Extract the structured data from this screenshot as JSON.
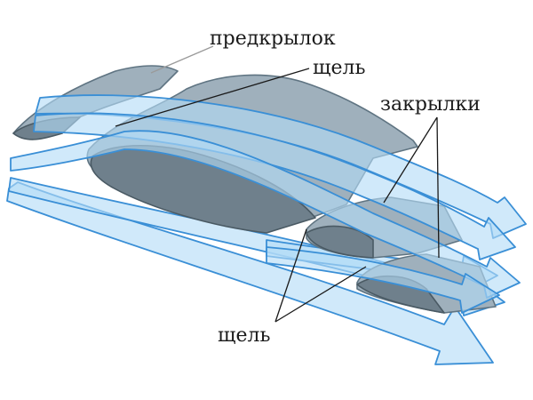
{
  "labels": {
    "slat": "предкрылок",
    "slot_top": "щель",
    "flaps": "закрылки",
    "slot_bottom": "щель"
  },
  "colors": {
    "flow_fill": "#b3dcf7",
    "flow_stroke": "#3a8fd6",
    "wing_top": "#9fb0bc",
    "wing_under": "#6f808c"
  }
}
